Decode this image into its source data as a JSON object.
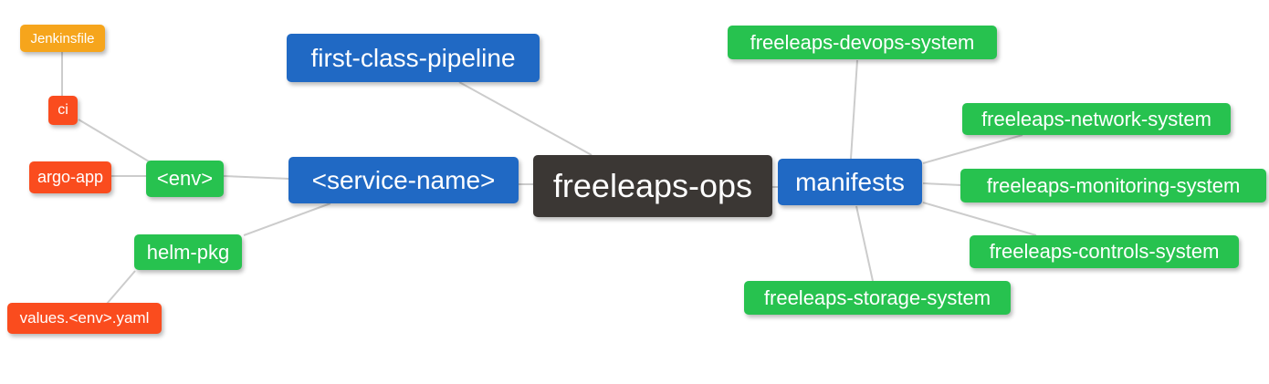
{
  "diagram": {
    "title": "freeleaps-ops mind map",
    "root": "freeleaps-ops",
    "palette": {
      "root_bg": "#3B3734",
      "branch_bg": "#2069C4",
      "leaf_green_bg": "#27C24F",
      "leaf_red_bg": "#FA4C1E",
      "leaf_orange_bg": "#F6A51C",
      "edge": "#CCCCCC",
      "text": "#FFFFFF",
      "background": "#FFFFFF"
    },
    "nodes": {
      "freeleaps_ops": {
        "label": "freeleaps-ops",
        "type": "root"
      },
      "first_class_pipeline": {
        "label": "first-class-pipeline",
        "type": "branch-blue"
      },
      "service_name": {
        "label": "<service-name>",
        "type": "branch-blue"
      },
      "manifests": {
        "label": "manifests",
        "type": "branch-blue"
      },
      "env": {
        "label": "<env>",
        "type": "leaf-green"
      },
      "helm_pkg": {
        "label": "helm-pkg",
        "type": "leaf-green"
      },
      "ci": {
        "label": "ci",
        "type": "leaf-red"
      },
      "argo_app": {
        "label": "argo-app",
        "type": "leaf-red"
      },
      "values_env_yaml": {
        "label": "values.<env>.yaml",
        "type": "leaf-red"
      },
      "jenkinsfile": {
        "label": "Jenkinsfile",
        "type": "leaf-orange"
      },
      "devops_system": {
        "label": "freeleaps-devops-system",
        "type": "leaf-green"
      },
      "network_system": {
        "label": "freeleaps-network-system",
        "type": "leaf-green"
      },
      "monitoring_system": {
        "label": "freeleaps-monitoring-system",
        "type": "leaf-green"
      },
      "controls_system": {
        "label": "freeleaps-controls-system",
        "type": "leaf-green"
      },
      "storage_system": {
        "label": "freeleaps-storage-system",
        "type": "leaf-green"
      }
    },
    "edges": [
      [
        "jenkinsfile",
        "ci"
      ],
      [
        "ci",
        "env"
      ],
      [
        "argo_app",
        "env"
      ],
      [
        "env",
        "service_name"
      ],
      [
        "helm_pkg",
        "service_name"
      ],
      [
        "values_env_yaml",
        "helm_pkg"
      ],
      [
        "service_name",
        "freeleaps_ops"
      ],
      [
        "first_class_pipeline",
        "freeleaps_ops"
      ],
      [
        "freeleaps_ops",
        "manifests"
      ],
      [
        "manifests",
        "devops_system"
      ],
      [
        "manifests",
        "network_system"
      ],
      [
        "manifests",
        "monitoring_system"
      ],
      [
        "manifests",
        "controls_system"
      ],
      [
        "manifests",
        "storage_system"
      ]
    ]
  }
}
